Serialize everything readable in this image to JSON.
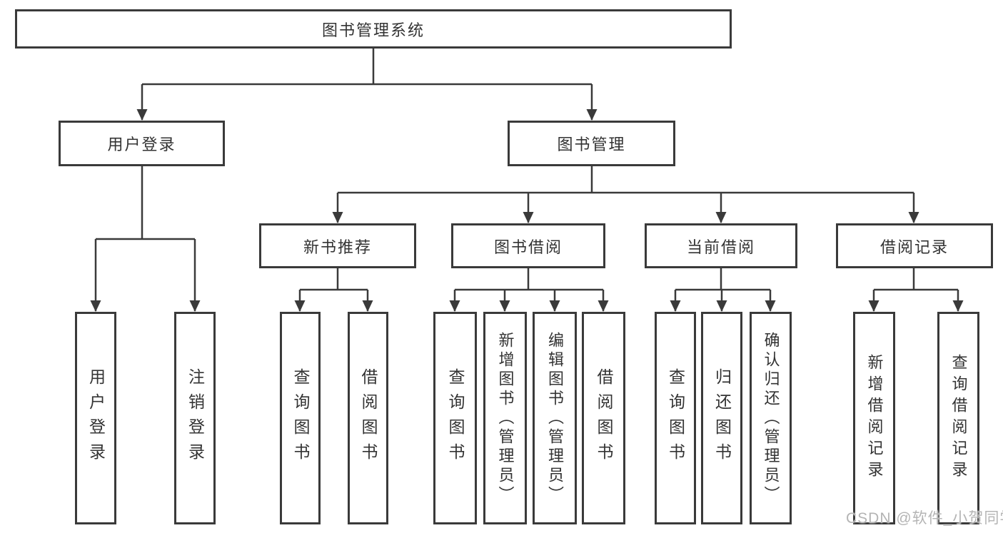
{
  "colors": {
    "line": "#3a3a3a",
    "box_border": "#3a3a3a",
    "text": "#333333",
    "background": "#ffffff",
    "watermark": "#b4b4b4"
  },
  "watermark": {
    "text": "CSDN @软件_小贺同学"
  },
  "tree": {
    "label": "图书管理系统",
    "children": [
      {
        "label": "用户登录",
        "children": [
          {
            "label": "用户登录"
          },
          {
            "label": "注销登录"
          }
        ]
      },
      {
        "label": "图书管理",
        "children": [
          {
            "label": "新书推荐",
            "children": [
              {
                "label": "查询图书"
              },
              {
                "label": "借阅图书"
              }
            ]
          },
          {
            "label": "图书借阅",
            "children": [
              {
                "label": "查询图书"
              },
              {
                "label": "新增图书（管理员）"
              },
              {
                "label": "编辑图书（管理员）"
              },
              {
                "label": "借阅图书"
              }
            ]
          },
          {
            "label": "当前借阅",
            "children": [
              {
                "label": "查询图书"
              },
              {
                "label": "归还图书"
              },
              {
                "label": "确认归还（管理员）"
              }
            ]
          },
          {
            "label": "借阅记录",
            "children": [
              {
                "label": "新增借阅记录"
              },
              {
                "label": "查询借阅记录"
              }
            ]
          }
        ]
      }
    ]
  }
}
